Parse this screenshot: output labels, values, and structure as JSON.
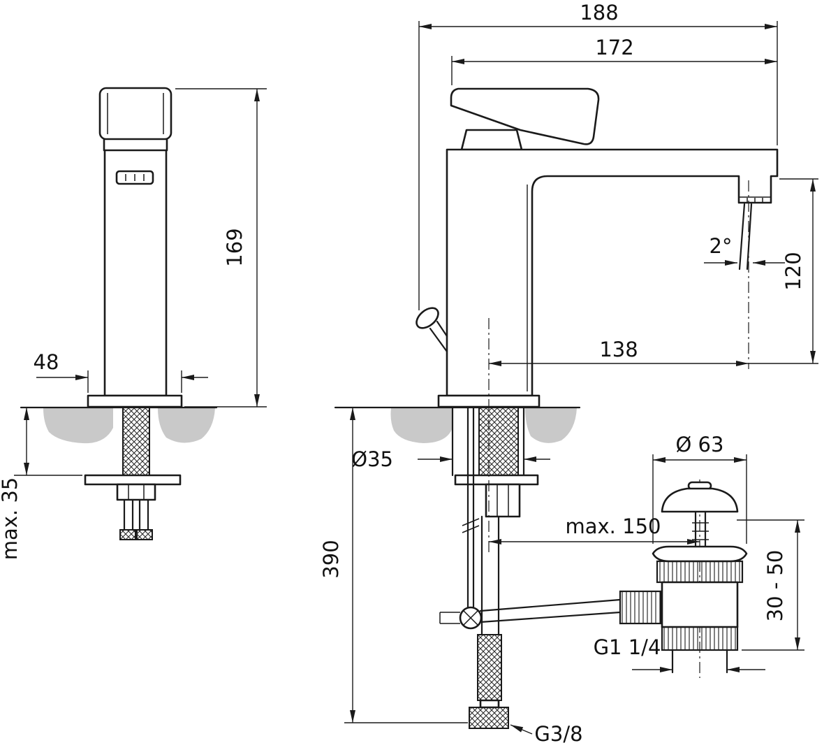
{
  "drawing": {
    "dims": {
      "total_depth": "188",
      "spout_depth": "172",
      "body_height": "169",
      "base_width": "48",
      "deck_thickness": "max. 35",
      "stream_angle": "2°",
      "outlet_height": "120",
      "spout_reach": "138",
      "hole_diameter": "Ø35",
      "below_deck_length": "390",
      "waste_diameter": "Ø 63",
      "waste_distance": "max. 150",
      "clamp_range": "30 - 50",
      "waste_thread": "G1 1/4",
      "hose_thread": "G3/8"
    },
    "colors": {
      "line": "#1a1a1a",
      "deck_fill": "#c9c9c9",
      "background": "#ffffff"
    }
  }
}
